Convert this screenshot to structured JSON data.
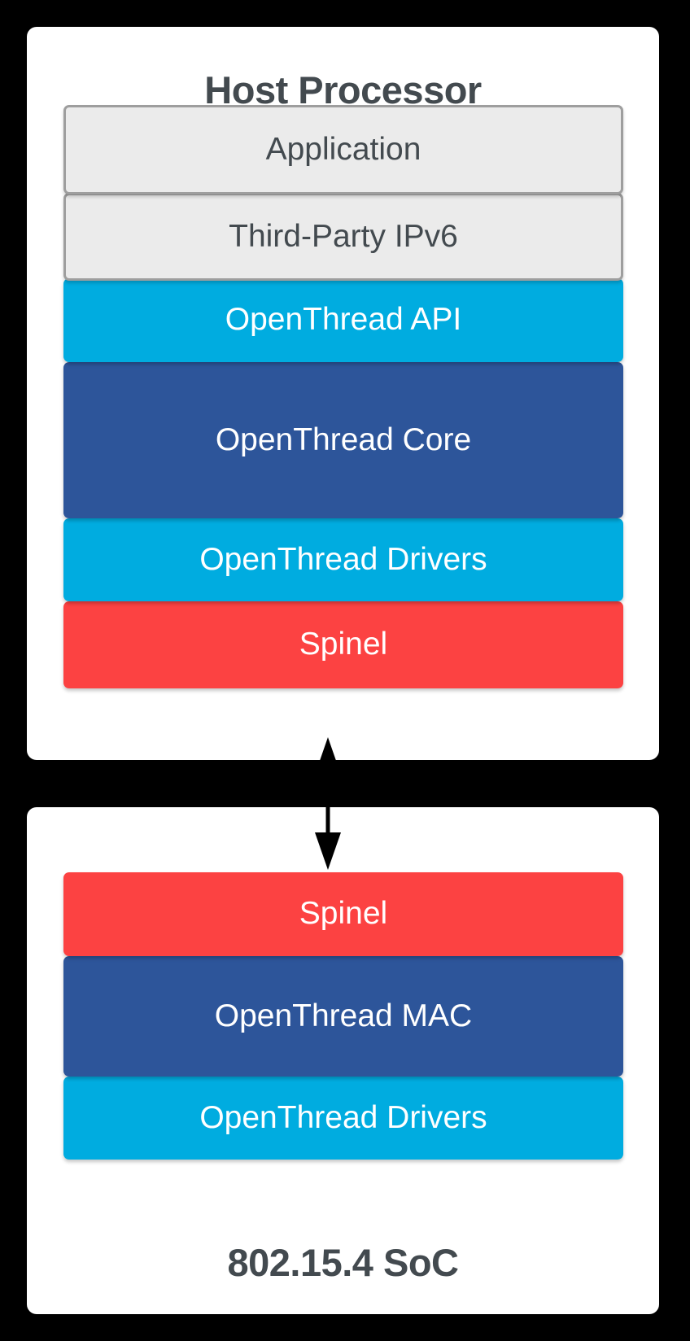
{
  "background_color": "#000000",
  "colors": {
    "panel_background": "#ffffff",
    "title_text": "#434a4f",
    "grey_layer_fill": "#ebebeb",
    "grey_layer_border": "#9e9e9e",
    "cyan_layer": "#00ace0",
    "navy_layer": "#2d559a",
    "red_layer": "#fc4242",
    "layer_label_text": "#ffffff",
    "arrow": "#000000"
  },
  "panels": [
    {
      "id": "host",
      "title": "Host Processor",
      "title_position": "top",
      "layers": [
        {
          "label": "Application",
          "style": "grey"
        },
        {
          "label": "Third-Party IPv6",
          "style": "grey"
        },
        {
          "label": "OpenThread API",
          "style": "cyan"
        },
        {
          "label": "OpenThread Core",
          "style": "navy"
        },
        {
          "label": "OpenThread Drivers",
          "style": "cyan"
        },
        {
          "label": "Spinel",
          "style": "red"
        }
      ]
    },
    {
      "id": "soc",
      "title": "802.15.4 SoC",
      "title_position": "bottom",
      "layers": [
        {
          "label": "Spinel",
          "style": "red"
        },
        {
          "label": "OpenThread MAC",
          "style": "navy"
        },
        {
          "label": "OpenThread Drivers",
          "style": "cyan"
        }
      ]
    }
  ],
  "connector": {
    "type": "double-headed-vertical-arrow",
    "from": "Spinel (Host Processor)",
    "to": "Spinel (802.15.4 SoC)",
    "direction": "bidirectional"
  }
}
